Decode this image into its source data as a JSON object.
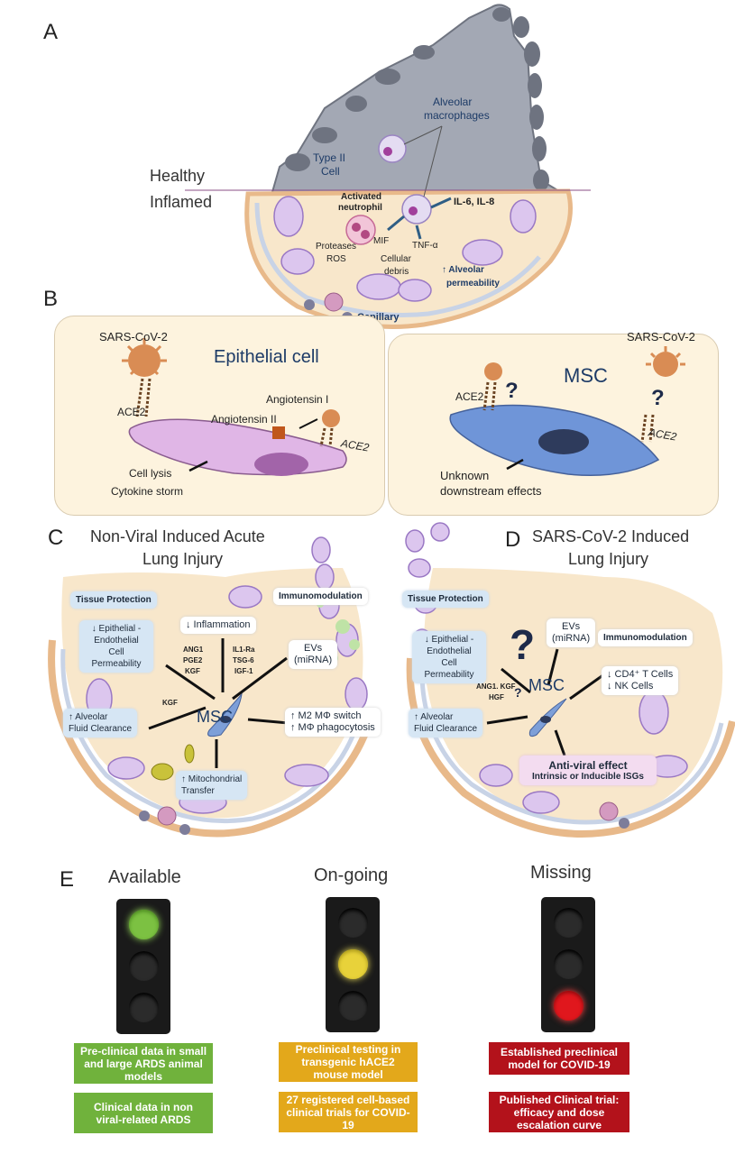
{
  "panel_letters": {
    "a": "A",
    "b": "B",
    "c": "C",
    "d": "D",
    "e": "E"
  },
  "panel_a": {
    "healthy": "Healthy",
    "inflamed": "Inflamed",
    "alveolar_macrophages_1": "Alveolar",
    "alveolar_macrophages_2": "macrophages",
    "type2_1": "Type II",
    "type2_2": "Cell",
    "neutrophil_1": "Activated",
    "neutrophil_2": "neutrophil",
    "il": "IL-6, IL-8",
    "mif": "MIF",
    "tnf": "TNF-α",
    "proteases": "Proteases",
    "ros": "ROS",
    "cellular": "Cellular",
    "debris": "debris",
    "alveolar_perm_1": "↑ Alveolar",
    "alveolar_perm_2": "permeability",
    "capillary": "Capillary"
  },
  "panel_b": {
    "epi_title": "Epithelial cell",
    "sars_left": "SARS-CoV-2",
    "ace2_left": "ACE2",
    "angiotensin_i": "Angiotensin I",
    "angiotensin_ii": "Angiotensin II",
    "ace2_right_epi": "ACE2",
    "cell_lysis": "Cell lysis",
    "cytokine": "Cytokine  storm",
    "msc_title": "MSC",
    "sars_right": "SARS-CoV-2",
    "ace2_msc_left": "ACE2",
    "ace2_msc_right": "ACE2",
    "q1": "?",
    "q2": "?",
    "unknown_1": "Unknown",
    "unknown_2": "downstream effects"
  },
  "panel_c": {
    "title_1": "Non-Viral Induced Acute",
    "title_2": "Lung Injury",
    "tissue_protection": "Tissue Protection",
    "immunomodulation": "Immunomodulation",
    "inflammation": "↓ Inflammation",
    "epi_perm_1": "↓ Epithelial -",
    "epi_perm_2": "Endothelial",
    "epi_perm_3": "Cell Permeability",
    "factors_left_1": "ANG1",
    "factors_left_2": "PGE2",
    "factors_left_3": "KGF",
    "factors_right_1": "IL1-Ra",
    "factors_right_2": "TSG-6",
    "factors_right_3": "IGF-1",
    "evs_1": "EVs",
    "evs_2": "(miRNA)",
    "kgf": "KGF",
    "msc": "MSC",
    "afc_1": "↑ Alveolar",
    "afc_2": "Fluid Clearance",
    "m2_1": "↑ M2 MΦ switch",
    "m2_2": "↑ MΦ phagocytosis",
    "mito_1": "↑ Mitochondrial",
    "mito_2": "Transfer"
  },
  "panel_d": {
    "title_1": "SARS-CoV-2 Induced",
    "title_2": "Lung Injury",
    "tissue_protection": "Tissue Protection",
    "evs_1": "EVs",
    "evs_2": "(miRNA)",
    "immunomodulation": "Immunomodulation",
    "big_q": "?",
    "epi_perm_1": "↓ Epithelial -",
    "epi_perm_2": "Endothelial",
    "epi_perm_3": "Cell Permeability",
    "factors_1": "ANG1. KGF",
    "factors_2": "HGF",
    "small_q": "?",
    "msc": "MSC",
    "cd4_1": "↓ CD4⁺ T Cells",
    "cd4_2": "↓ NK Cells",
    "afc_1": "↑ Alveolar",
    "afc_2": "Fluid Clearance",
    "antiviral_1": "Anti-viral effect",
    "antiviral_2": "Intrinsic or Inducible ISGs"
  },
  "panel_e": {
    "available": "Available",
    "ongoing": "On-going",
    "missing": "Missing",
    "green_1": "Pre-clinical data in small and large ARDS animal models",
    "green_2": "Clinical data in non viral-related ARDS",
    "yellow_1": "Preclinical testing in transgenic hACE2 mouse model",
    "yellow_2": "27 registered cell-based clinical trials for COVID-19",
    "red_1": "Established preclinical model for COVID-19",
    "red_2": "Published Clinical trial: efficacy and dose escalation curve"
  },
  "colors": {
    "green": "#70b23c",
    "yellow": "#e3a81b",
    "red": "#b3121b",
    "panel_b_bg": "#fdf3de",
    "tissue": "#f8e7cb",
    "membrane": "#e8b98a",
    "alveolar_cell": "#9aa0ad",
    "msc_cell": "#6f95d8"
  }
}
